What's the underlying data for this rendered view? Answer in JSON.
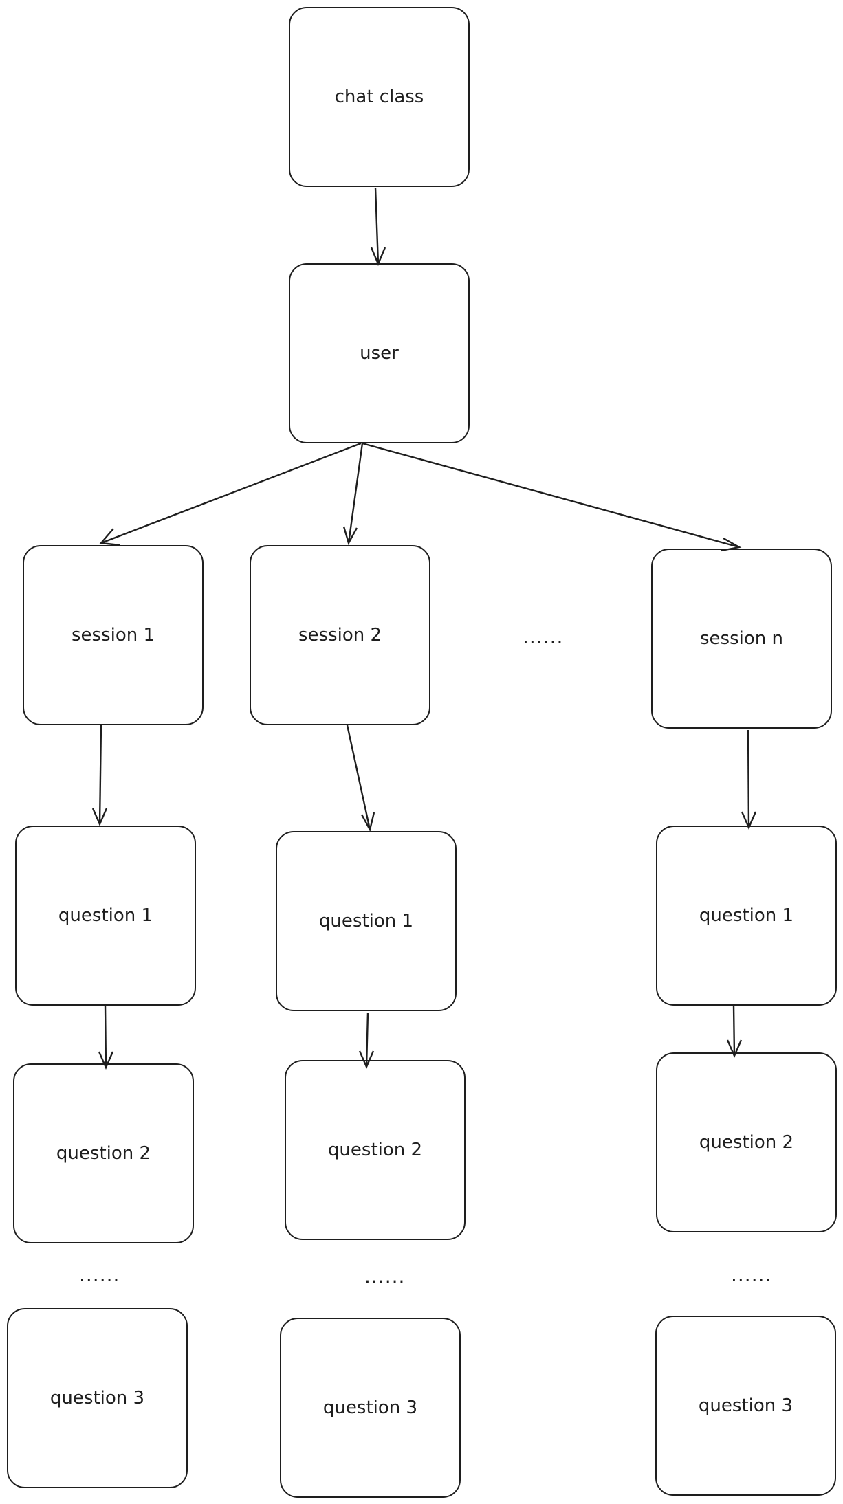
{
  "nodes": {
    "root": "chat class",
    "user": "user",
    "session_1": "session 1",
    "session_2": "session 2",
    "session_n": "session n",
    "s1_q1": "question 1",
    "s1_q2": "question 2",
    "s1_q3": "question 3",
    "s2_q1": "question 1",
    "s2_q2": "question 2",
    "s2_q3": "question 3",
    "sn_q1": "question 1",
    "sn_q2": "question 2",
    "sn_q3": "question 3"
  },
  "ellipsis": {
    "sessions": "......",
    "col1": "......",
    "col2": "......",
    "coln": "......"
  },
  "edges": [
    [
      "root",
      "user"
    ],
    [
      "user",
      "session_1"
    ],
    [
      "user",
      "session_2"
    ],
    [
      "user",
      "session_n"
    ],
    [
      "session_1",
      "s1_q1"
    ],
    [
      "s1_q1",
      "s1_q2"
    ],
    [
      "session_2",
      "s2_q1"
    ],
    [
      "s2_q1",
      "s2_q2"
    ],
    [
      "session_n",
      "sn_q1"
    ],
    [
      "sn_q1",
      "sn_q2"
    ]
  ],
  "colors": {
    "stroke": "#1e1e1e",
    "background": "#ffffff"
  }
}
